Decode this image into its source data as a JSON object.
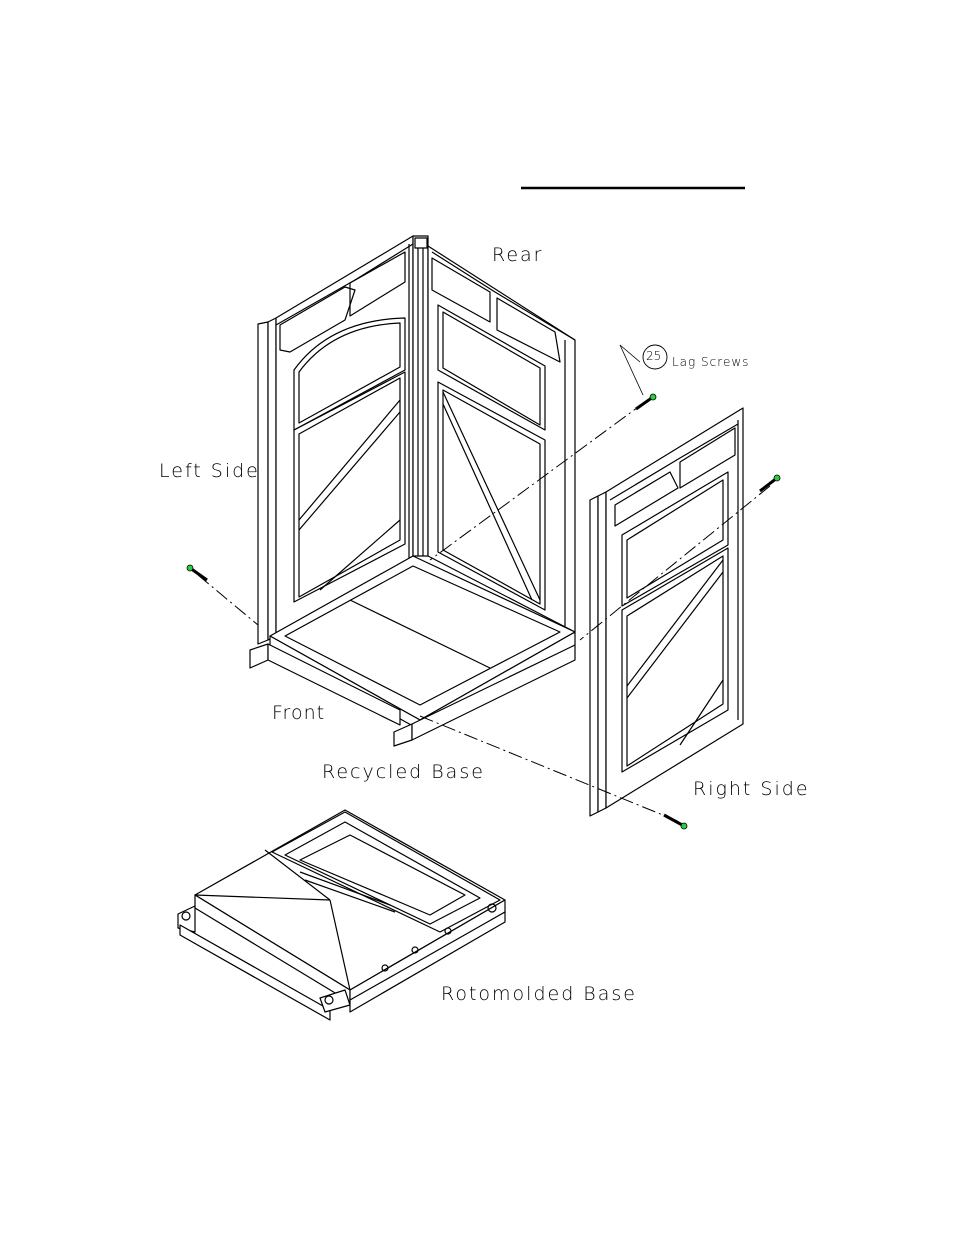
{
  "labels": {
    "rear": "Rear",
    "left_side": "Left Side",
    "front": "Front",
    "recycled_base": "Recycled Base",
    "right_side": "Right Side",
    "rotomolded_base": "Rotomolded Base"
  },
  "callout": {
    "number": "25",
    "text": "Lag Screws"
  },
  "colors": {
    "line": "#000000",
    "screw_tip": "#2ecc40",
    "background": "#ffffff"
  }
}
